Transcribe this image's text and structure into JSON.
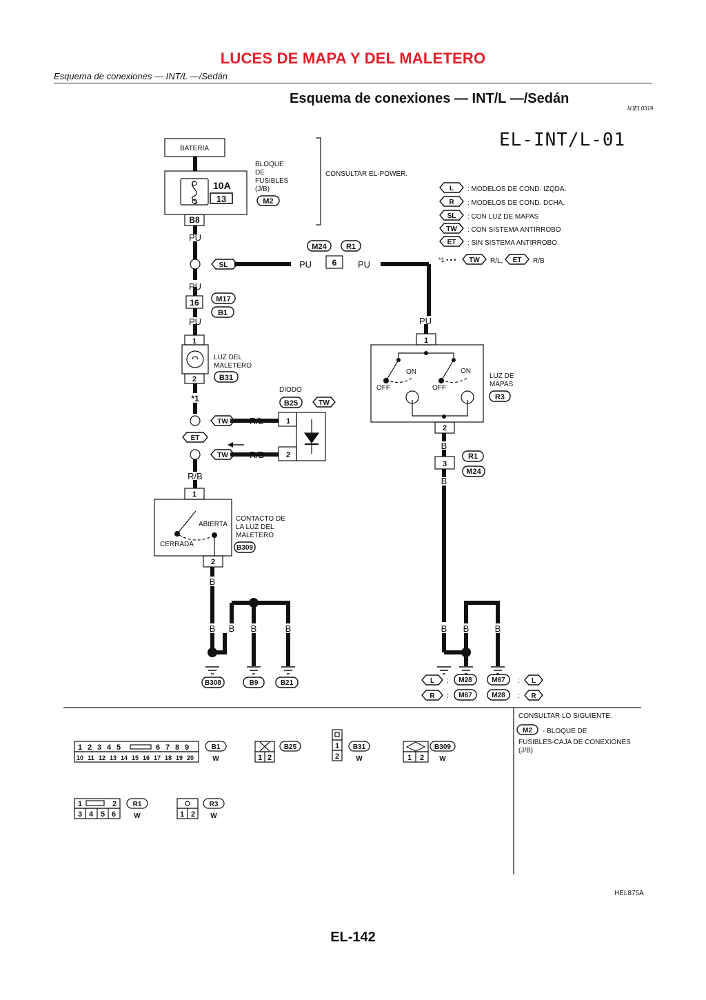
{
  "header": {
    "title": "LUCES DE MAPA Y DEL MALETERO",
    "breadcrumb": "Esquema de conexiones — INT/L —/Sedán",
    "section_title": "Esquema de conexiones — INT/L —/Sedán",
    "ref_code": "NJEL0319"
  },
  "diagram": {
    "id": "EL-INT/L-01",
    "battery": "BATERIA",
    "fuse_block": [
      "BLOQUE",
      "DE",
      "FUSIBLES",
      "(J/B)"
    ],
    "fuse_block_conn": "M2",
    "fuse_amp": "10A",
    "fuse_num": "13",
    "power_ref": "CONSULTAR EL-POWER.",
    "legend": [
      {
        "code": "L",
        "text": ": MODELOS DE COND. IZQDA."
      },
      {
        "code": "R",
        "text": ": MODELOS DE COND. DCHA."
      },
      {
        "code": "SL",
        "text": ": CON LUZ DE MAPAS"
      },
      {
        "code": "TW",
        "text": ": CON SISTEMA ANTIRROBO"
      },
      {
        "code": "ET",
        "text": ": SIN SISTEMA ANTIRROBO"
      }
    ],
    "note_prefix": "*1 • • •",
    "note_tw": "TW",
    "note_tw_wire": "R/L,",
    "note_et": "ET",
    "note_et_wire": "R/B",
    "wire_pu": "PU",
    "wire_b": "B",
    "wire_rl": "R/L",
    "wire_rb": "R/B",
    "conn_b8": "B8",
    "conn_m24": "M24",
    "conn_r1": "R1",
    "conn_m17": "M17",
    "conn_b1": "B1",
    "conn_b31": "B31",
    "conn_b25": "B25",
    "conn_r3": "R3",
    "conn_b309": "B309",
    "pin_1": "1",
    "pin_2": "2",
    "pin_3": "3",
    "pin_6": "6",
    "pin_16": "16",
    "option_sl": "SL",
    "option_tw": "TW",
    "option_et": "ET",
    "star_note": "*1",
    "trunk_light": [
      "LUZ DEL",
      "MALETERO"
    ],
    "diode": "DIODO",
    "map_lamp": [
      "LUZ DE",
      "MAPAS"
    ],
    "sw_off": "OFF",
    "sw_on": "ON",
    "trunk_switch": [
      "CONTACTO DE",
      "LA LUZ DEL",
      "MALETERO"
    ],
    "sw_open": "ABIERTA",
    "sw_closed": "CERRADA",
    "grounds_left": [
      "B308",
      "B9",
      "B21"
    ],
    "ground_right_l": [
      "L",
      "M28",
      "M67",
      "L"
    ],
    "ground_right_r": [
      "R",
      "M67",
      "M28",
      "R"
    ]
  },
  "reference": {
    "title": "CONSULTAR LO SIGUIENTE.",
    "conn": "M2",
    "text": [
      "- BLOQUE DE",
      "FUSIBLES-CAJA DE CONEXIONES",
      "(J/B)"
    ]
  },
  "connectors": {
    "b1_top": [
      "1",
      "2",
      "3",
      "4",
      "5",
      "6",
      "7",
      "8",
      "9"
    ],
    "b1_bottom": [
      "10",
      "11",
      "12",
      "13",
      "14",
      "15",
      "16",
      "17",
      "18",
      "19",
      "20"
    ],
    "b1_id": "B1",
    "b25_id": "B25",
    "b31_id": "B31",
    "b309_id": "B309",
    "r1_top": [
      "1",
      "2"
    ],
    "r1_bottom": [
      "3",
      "4",
      "5",
      "6"
    ],
    "r1_id": "R1",
    "r3_id": "R3",
    "color_w": "W"
  },
  "footer": {
    "figure_code": "HEL875A",
    "page_number": "EL-142"
  },
  "colors": {
    "title_red": "#e41e26",
    "line": "#111111"
  }
}
